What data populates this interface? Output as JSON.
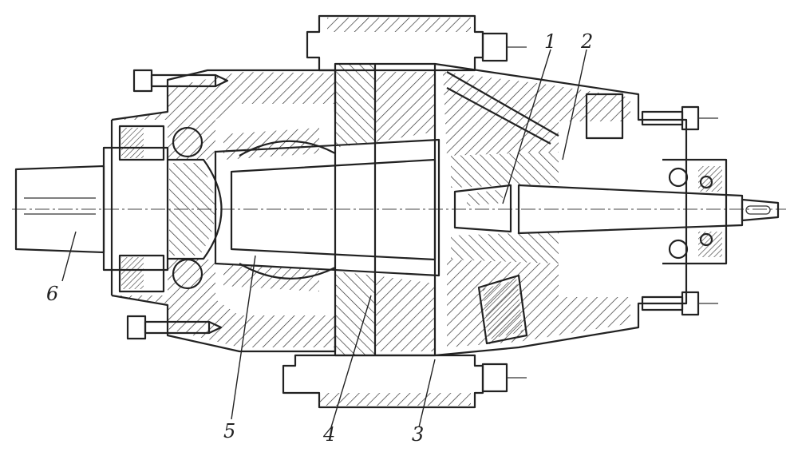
{
  "figure": {
    "colors": {
      "ink": "#222222",
      "paper": "#ffffff"
    },
    "callouts": [
      {
        "id": "1",
        "text": "1"
      },
      {
        "id": "2",
        "text": "2"
      },
      {
        "id": "3",
        "text": "3"
      },
      {
        "id": "4",
        "text": "4"
      },
      {
        "id": "5",
        "text": "5"
      },
      {
        "id": "6",
        "text": "6"
      }
    ]
  }
}
